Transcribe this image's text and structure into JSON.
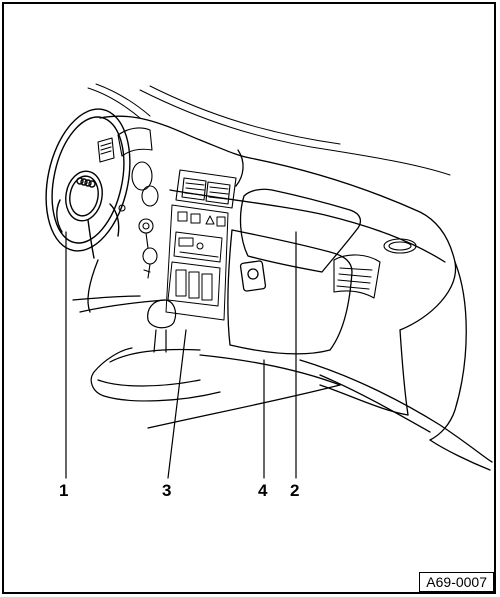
{
  "callouts": {
    "c1": "1",
    "c2": "2",
    "c3": "3",
    "c4": "4"
  },
  "reference_code": "A69-0007",
  "colors": {
    "line": "#000000",
    "background": "#ffffff"
  }
}
